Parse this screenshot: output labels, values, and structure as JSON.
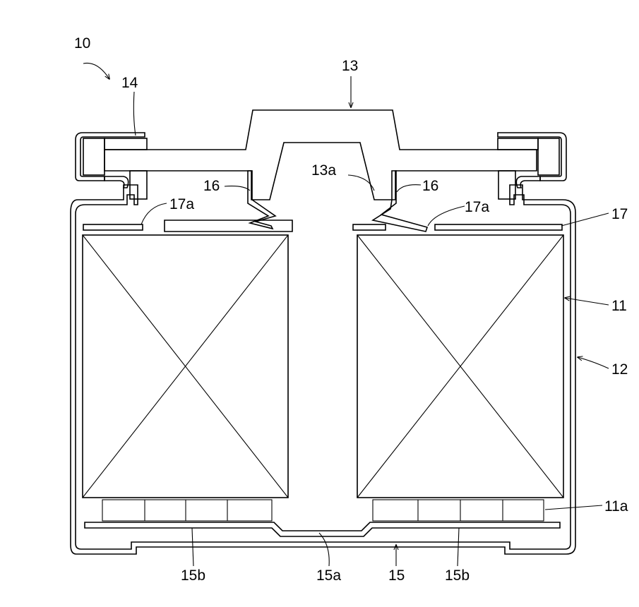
{
  "labels": {
    "l10": "10",
    "l13": "13",
    "l14": "14",
    "l13a": "13a",
    "l16_left": "16",
    "l16_right": "16",
    "l17a_left": "17a",
    "l17a_right": "17a",
    "l17": "17",
    "l11": "11",
    "l12": "12",
    "l11a": "11a",
    "l15b_left": "15b",
    "l15a": "15a",
    "l15": "15",
    "l15b_right": "15b"
  }
}
